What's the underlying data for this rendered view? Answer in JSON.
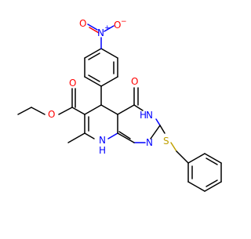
{
  "colors": {
    "carbon": "#000000",
    "nitrogen": "#0000ff",
    "oxygen": "#ff0000",
    "sulfur": "#c0a000"
  },
  "atoms": {
    "nitro_n": "N",
    "nitro_plus": "+",
    "nitro_o_top": "O",
    "nitro_o_minus": "−",
    "nitro_o_left": "O",
    "ketone_o": "O",
    "ester_o_carbonyl": "O",
    "ester_o_ether": "O",
    "nh_ring": "N",
    "nh_ring_h": "H",
    "n_h_bottom": "N",
    "n_h_bottom_h": "H",
    "n_ring_2": "N",
    "s_thioether": "S"
  }
}
